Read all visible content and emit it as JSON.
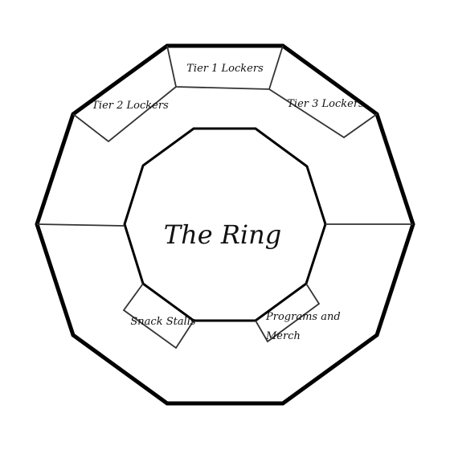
{
  "colors": {
    "background": "#ffffff",
    "stroke": "#000000",
    "thin_stroke": "#333333",
    "text": "#111111"
  },
  "diagram": {
    "center": {
      "label": "The Ring"
    },
    "areas": [
      {
        "id": "tier-1-lockers",
        "label": "Tier 1 Lockers"
      },
      {
        "id": "tier-2-lockers",
        "label": "Tier 2 Lockers"
      },
      {
        "id": "tier-3-lockers",
        "label": "Tier 3 Lockers"
      },
      {
        "id": "snack-stalls",
        "label": "Snack Stalls"
      },
      {
        "id": "programs-and-merch",
        "label_line1": "Programs and",
        "label_line2": "Merch"
      }
    ]
  }
}
